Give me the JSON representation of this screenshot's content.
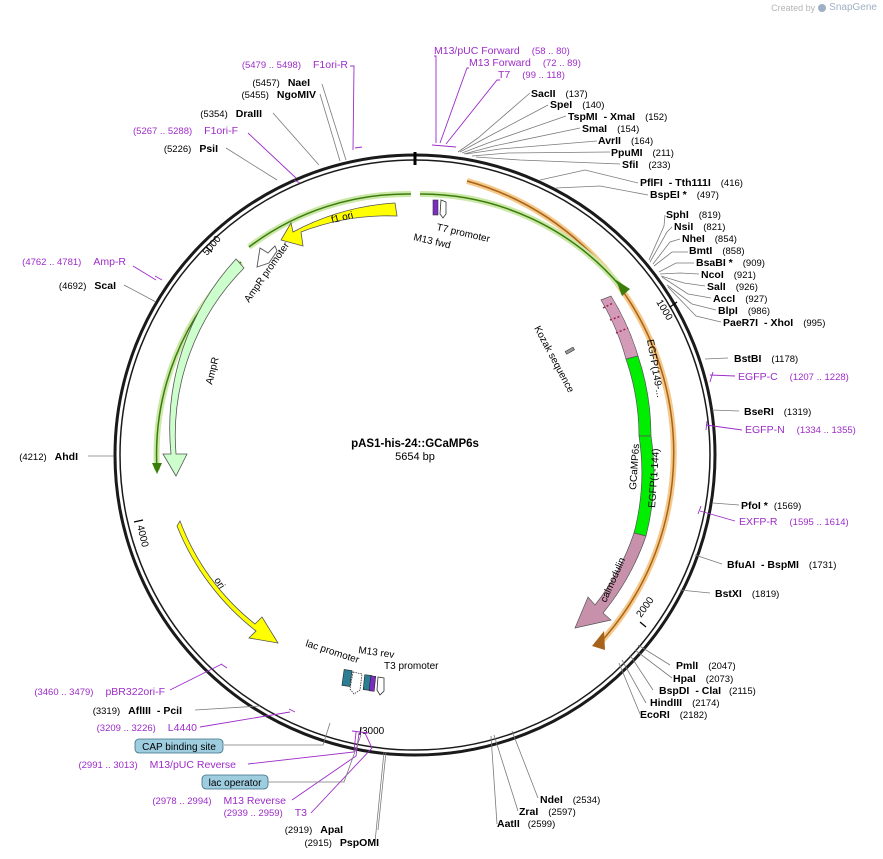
{
  "watermark": {
    "created_by": "Created by",
    "app": "SnapGene"
  },
  "plasmid": {
    "name": "pAS1-his-24::GCaMP6s",
    "size": "5654 bp",
    "length": 5654
  },
  "ticks": [
    "1000",
    "2000",
    "3000",
    "4000",
    "5000"
  ],
  "features": {
    "gcamp6s": "GCaMP6s",
    "egfp149": "EGFP(149-...",
    "egfp1144": "EGFP(1-144)",
    "calmodulin": "calmodulin",
    "kozak": "Kozak sequence",
    "f1ori": "f1 ori",
    "ampr_promoter": "AmpR promoter",
    "ampr": "AmpR",
    "ori": "ori",
    "lac_promoter": "lac promoter",
    "m13_rev": "M13 rev",
    "t3_promoter": "T3 promoter",
    "t7_promoter": "T7 promoter",
    "m13_fwd": "M13 fwd"
  },
  "enzymes": [
    {
      "name": "SacII",
      "pos": "(137)"
    },
    {
      "name": "SpeI",
      "pos": "(140)"
    },
    {
      "name": "TspMI",
      "name2": "- XmaI",
      "pos": "(152)"
    },
    {
      "name": "SmaI",
      "pos": "(154)"
    },
    {
      "name": "AvrII",
      "pos": "(164)"
    },
    {
      "name": "PpuMI",
      "pos": "(211)"
    },
    {
      "name": "SfiI",
      "pos": "(233)"
    },
    {
      "name": "PflFI",
      "name2": "- Tth111I",
      "pos": "(416)"
    },
    {
      "name": "BspEI *",
      "pos": "(497)"
    },
    {
      "name": "SphI",
      "pos": "(819)"
    },
    {
      "name": "NsiI",
      "pos": "(821)"
    },
    {
      "name": "NheI",
      "pos": "(854)"
    },
    {
      "name": "BmtI",
      "pos": "(858)"
    },
    {
      "name": "BsaBI *",
      "pos": "(909)"
    },
    {
      "name": "NcoI",
      "pos": "(921)"
    },
    {
      "name": "SalI",
      "pos": "(926)"
    },
    {
      "name": "AccI",
      "pos": "(927)"
    },
    {
      "name": "BlpI",
      "pos": "(986)"
    },
    {
      "name": "PaeR7I",
      "name2": "- XhoI",
      "pos": "(995)"
    },
    {
      "name": "BstBI",
      "pos": "(1178)"
    },
    {
      "name": "BseRI",
      "pos": "(1319)"
    },
    {
      "name": "PfoI *",
      "pos": "(1569)"
    },
    {
      "name": "BfuAI",
      "name2": "- BspMI",
      "pos": "(1731)"
    },
    {
      "name": "BstXI",
      "pos": "(1819)"
    },
    {
      "name": "PmlI",
      "pos": "(2047)"
    },
    {
      "name": "HpaI",
      "pos": "(2073)"
    },
    {
      "name": "BspDI",
      "name2": "- ClaI",
      "pos": "(2115)"
    },
    {
      "name": "HindIII",
      "pos": "(2174)"
    },
    {
      "name": "EcoRI",
      "pos": "(2182)"
    },
    {
      "name": "NdeI",
      "pos": "(2534)"
    },
    {
      "name": "ZraI",
      "pos": "(2597)"
    },
    {
      "name": "AatII",
      "pos": "(2599)"
    },
    {
      "name": "ApaI",
      "pos": "(2919)"
    },
    {
      "name": "PspOMI",
      "pos": "(2915)"
    },
    {
      "name": "AflIII",
      "name2": "- PciI",
      "pos": "(3319)"
    },
    {
      "name": "AhdI",
      "pos": "(4212)"
    },
    {
      "name": "ScaI",
      "pos": "(4692)"
    },
    {
      "name": "PsiI",
      "pos": "(5226)"
    },
    {
      "name": "DraIII",
      "pos": "(5354)"
    },
    {
      "name": "NgoMIV",
      "pos": "(5455)"
    },
    {
      "name": "NaeI",
      "pos": "(5457)"
    }
  ],
  "primers": [
    {
      "name": "M13/pUC Forward",
      "pos": "(58 .. 80)"
    },
    {
      "name": "M13 Forward",
      "pos": "(72 .. 89)"
    },
    {
      "name": "T7",
      "pos": "(99 .. 118)"
    },
    {
      "name": "EGFP-C",
      "pos": "(1207 .. 1228)"
    },
    {
      "name": "EGFP-N",
      "pos": "(1334 .. 1355)"
    },
    {
      "name": "EXFP-R",
      "pos": "(1595 .. 1614)"
    },
    {
      "name": "pBR322ori-F",
      "pos": "(3460 .. 3479)"
    },
    {
      "name": "L4440",
      "pos": "(3209 .. 3226)"
    },
    {
      "name": "M13/pUC Reverse",
      "pos": "(2991 .. 3013)"
    },
    {
      "name": "M13 Reverse",
      "pos": "(2978 .. 2994)"
    },
    {
      "name": "T3",
      "pos": "(2939 .. 2959)"
    },
    {
      "name": "Amp-R",
      "pos": "(4762 .. 4781)"
    },
    {
      "name": "F1ori-R",
      "pos": "(5479 .. 5498)"
    },
    {
      "name": "F1ori-F",
      "pos": "(5267 .. 5288)"
    }
  ],
  "callouts": {
    "cap": "CAP binding site",
    "lacop": "lac operator"
  }
}
